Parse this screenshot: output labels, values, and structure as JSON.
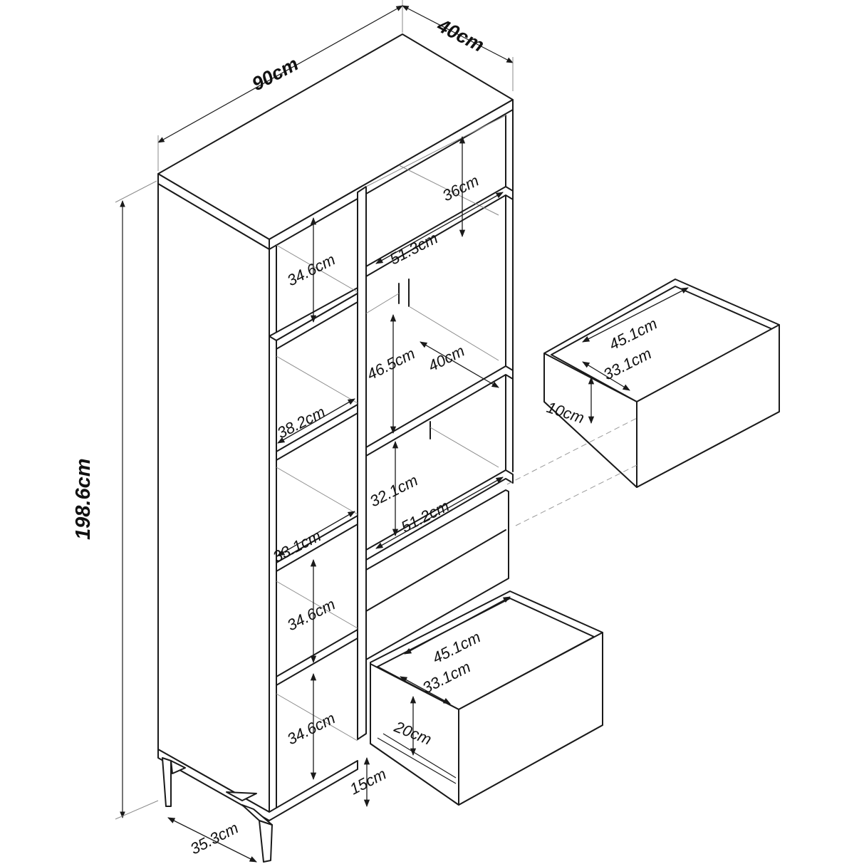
{
  "labels": {
    "width": "90cm",
    "depth": "40cm",
    "height": "198.6cm",
    "top_cabinet_height": "36cm",
    "top_shelf_width": "51.3cm",
    "left_top_height": "34.6cm",
    "middle_opening_height": "46.5cm",
    "middle_opening_depth": "40cm",
    "left_shelf_width": "38.2cm",
    "lower_opening_height": "32.1cm",
    "lower_shelf_width": "51.2cm",
    "left_lower_shelf_width": "33.1cm",
    "left_lower_height": "34.6cm",
    "left_bottom_height": "34.6cm",
    "small_drawer_length": "45.1cm",
    "small_drawer_width": "33.1cm",
    "small_drawer_height": "10cm",
    "big_drawer_length": "45.1cm",
    "big_drawer_width": "33.1cm",
    "big_drawer_height": "20cm",
    "leg_height": "15cm",
    "leg_span": "35.3cm"
  }
}
